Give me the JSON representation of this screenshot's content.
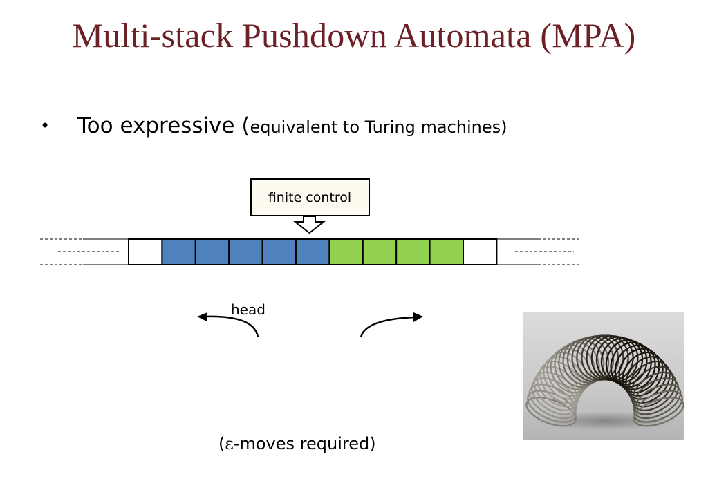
{
  "slide": {
    "title": "Multi-stack Pushdown Automata (MPA)",
    "bullet": {
      "marker": "•",
      "main": "Too expressive (",
      "sub": "equivalent to Turing machines)"
    }
  },
  "diagram": {
    "finite_control_label": "finite control",
    "head_label": "head",
    "tape_cells": [
      "white",
      "blue",
      "blue",
      "blue",
      "blue",
      "blue",
      "green",
      "green",
      "green",
      "green",
      "white"
    ],
    "colors": {
      "blue": "#4f81bd",
      "green": "#92d050",
      "white": "#ffffff"
    }
  },
  "footnote": {
    "open": "(",
    "epsilon": "ε",
    "rest": "-moves required)"
  },
  "image": {
    "icon": "slinky-spring-photo"
  }
}
